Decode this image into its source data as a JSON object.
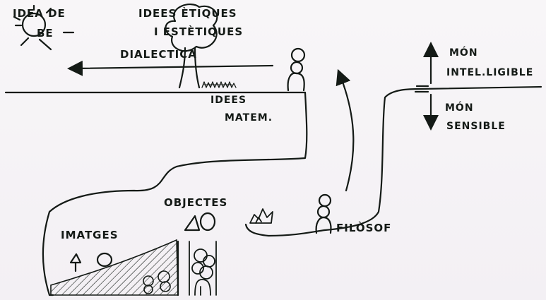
{
  "labels": {
    "idea_de_be_line1": "IDEA DE",
    "idea_de_be_line2": "BE",
    "idees_etiques_line1": "IDEES ÈTIQUES",
    "idees_etiques_line2": "I ESTÈTIQUES",
    "dialectica": "DIALECTICA",
    "idees_matem_line1": "IDEES",
    "idees_matem_line2": "MATEM.",
    "mon_intelligible_line1": "MÓN",
    "mon_intelligible_line2": "INTEL.LIGIBLE",
    "mon_sensible_line1": "MÓN",
    "mon_sensible_line2": "SENSIBLE",
    "objectes": "OBJECTES",
    "imatges": "IMATGES",
    "filosof": "FILÒSOF"
  },
  "colors": {
    "ink": "#141a16",
    "paper": "#f6f3f6"
  }
}
